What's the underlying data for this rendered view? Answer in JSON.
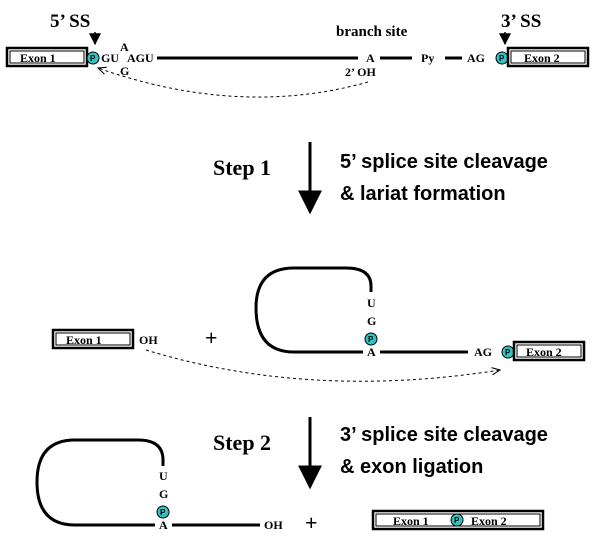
{
  "top": {
    "ss5": "5’ SS",
    "ss3": "3’ SS",
    "branch_site": "branch site",
    "exon1": "Exon 1",
    "exon2": "Exon 2",
    "gu": "GU",
    "a_up": "A",
    "agu": "AGU",
    "g_low": "G",
    "branch_a": "A",
    "py": "Py",
    "ag": "AG",
    "oh2": "2’ OH"
  },
  "step1": {
    "label": "Step 1",
    "line1": "5’ splice site cleavage",
    "line2": "& lariat formation"
  },
  "middle": {
    "exon1": "Exon 1",
    "oh": "OH",
    "plus": "+",
    "u": "U",
    "g": "G",
    "a": "A",
    "ag": "AG",
    "exon2": "Exon 2"
  },
  "step2": {
    "label": "Step 2",
    "line1": "3’ splice site cleavage",
    "line2": "& exon ligation"
  },
  "bottom": {
    "u": "U",
    "g": "G",
    "a": "A",
    "oh": "OH",
    "plus": "+",
    "exon1": "Exon 1",
    "exon2": "Exon 2"
  },
  "phosphate_symbol": "P",
  "colors": {
    "phosphate": "#2ec4c4"
  }
}
